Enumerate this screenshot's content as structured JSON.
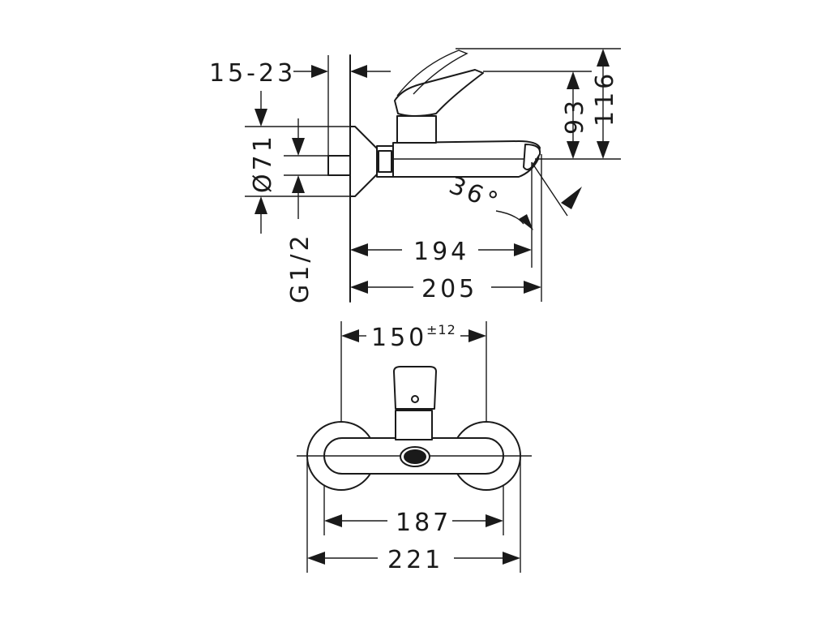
{
  "dimensions": {
    "thread_range": "15-23",
    "diameter": "Ø71",
    "connection": "G1/2",
    "height_93": "93",
    "height_116": "116",
    "angle": "36°",
    "projection_194": "194",
    "projection_205": "205",
    "centers": "150",
    "centers_tolerance": "±12",
    "width_187": "187",
    "width_221": "221"
  },
  "colors": {
    "line": "#1a1a1a",
    "background": "#ffffff"
  }
}
